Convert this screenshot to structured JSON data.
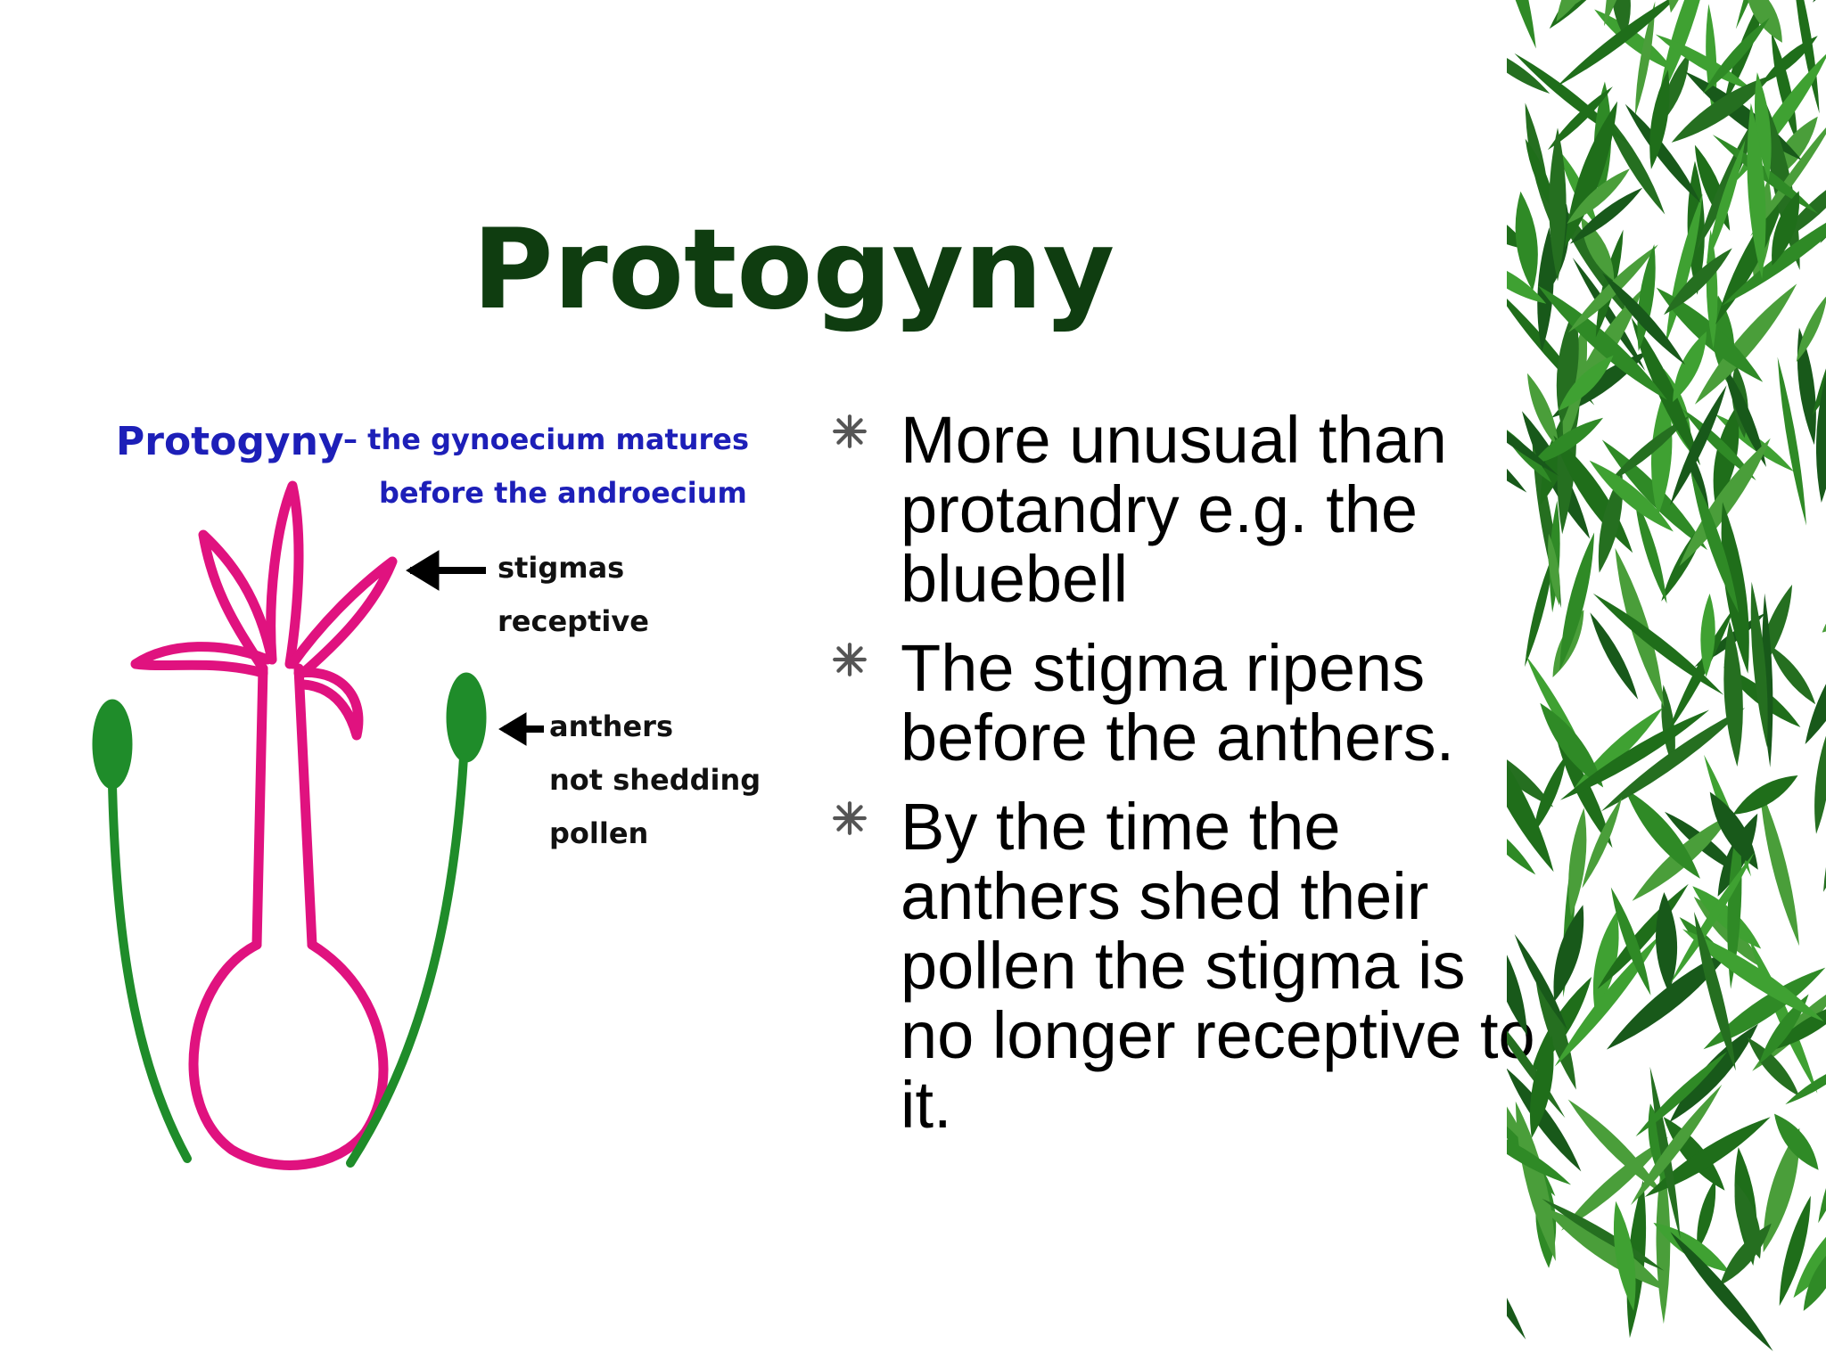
{
  "slide": {
    "title": "Protogyny"
  },
  "diagram": {
    "heading": "Protogyny",
    "subtitle_line1": "– the gynoecium matures",
    "subtitle_line2": "before the androecium",
    "stigma_label_line1": "stigmas",
    "stigma_label_line2": "receptive",
    "anther_label_line1": "anthers",
    "anther_label_line2": "not shedding",
    "anther_label_line3": "pollen",
    "colors": {
      "pistil": "#e0127f",
      "stamen": "#1f8c2a",
      "label_blue": "#1d1fb8"
    }
  },
  "bullets": [
    {
      "text": "More unusual than protandry e.g. the bluebell",
      "icon": "star-bullet-icon"
    },
    {
      "text": "The stigma ripens before the anthers.",
      "icon": "star-bullet-icon"
    },
    {
      "text": "By the time the anthers shed their pollen the stigma is no longer receptive to it.",
      "icon": "star-bullet-icon"
    }
  ],
  "theme": {
    "title_color": "#0f3d10",
    "leaf_color": "#2f8a26"
  }
}
